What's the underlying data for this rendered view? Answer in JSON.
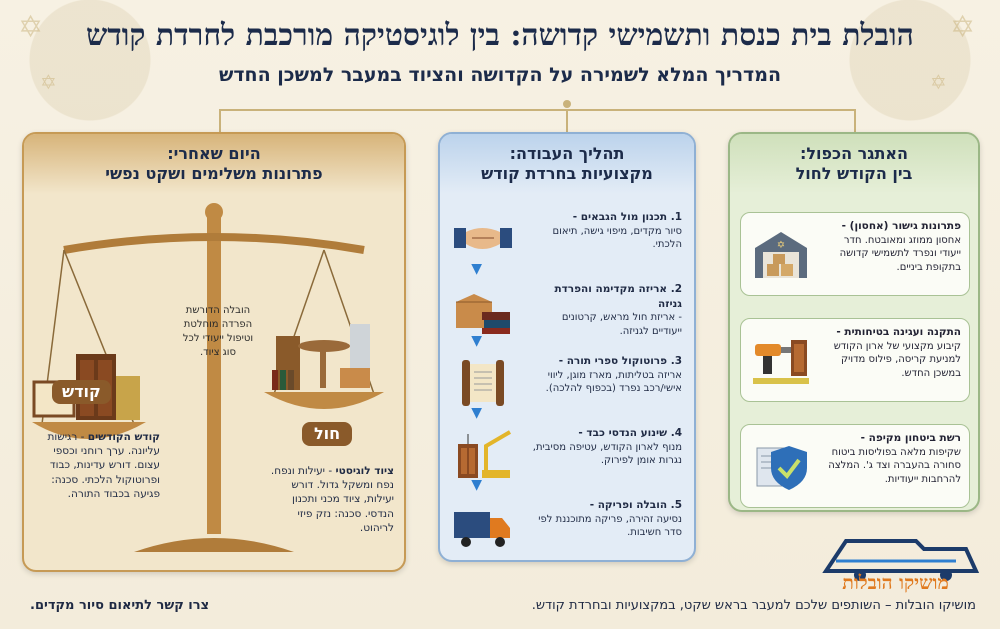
{
  "header": {
    "title": "הובלת בית כנסת ותשמישי קדושה: בין לוגיסטיקה מורכבת לחרדת קודש",
    "subtitle": "המדריך המלא לשמירה על הקדושה והציוד במעבר למשכן החדש"
  },
  "green_panel": {
    "title_line1": "האתגר הכפול:",
    "title_line2": "בין הקודש לחול",
    "cards": [
      {
        "title": "פתרונות גישור (אחסון) -",
        "body": "אחסון ממוזג ומאובטח. חדר ייעודי ונפרד לתשמישי קדושה בתקופת ביניים."
      },
      {
        "title": "התקנה ועגינה בטיחותית -",
        "body": "קיבוע מקצועי של ארון הקודש למניעת קריסה, פילוס מדויק במשכן החדש."
      },
      {
        "title": "רשת ביטחון מקיפה -",
        "body": "שקיפות מלאה בפוליסות ביטוח סחורה בהעברה וצד ג'. המלצה להרחבות ייעודיות."
      }
    ]
  },
  "blue_panel": {
    "title_line1": "תהליך העבודה:",
    "title_line2": "מקצועיות בחרדת קודש",
    "steps": [
      {
        "title": "1. תכנון מול הגבאים -",
        "body": "סיור מקדים, מיפוי גישה, תיאום הלכתי."
      },
      {
        "title": "2. אריזה מקדימה והפרדת גניזה",
        "body": "- אריזת חול מראש, קרטונים ייעודיים לגניזה."
      },
      {
        "title": "3. פרוטוקול ספרי תורה -",
        "body": "אריזה בטליתות, מארז מוגן, ליווי אישי/רכב נפרד (בכפוף להלכה)."
      },
      {
        "title": "4. שינוע הנדסי כבד -",
        "body": "מנוף לארון הקודש, עטיפה מסיבית, נגרות אומן לפירוק."
      },
      {
        "title": "5. הובלה ופריקה -",
        "body": "נסיעה זהירה, פריקה מתוכננת לפי סדר חשיבות."
      }
    ]
  },
  "gold_panel": {
    "title_line1": "היום שאחרי:",
    "title_line2": "פתרונות משלימים ושקט נפשי",
    "center_note": "הובלה הדורשת הפרדה מוחלטת וטיפול ייעודי לכל סוג ציוד.",
    "label_kodesh": "קודש",
    "label_chol": "חול",
    "kodesh_title": "קודש הקודשים",
    "kodesh_body": "- רגישות עליונה. ערך רוחני וכספי עצום. דורש עדינות, כבוד ופרוטוקול הלכתי. סכנה: פגיעה בכבוד התורה.",
    "chol_title": "ציוד לוגיסטי",
    "chol_body": "- יעילות ונפח. נפח ומשקל גדול. דורש יעילות, ציוד מכני ותכנון הנדסי. סכנה: נזק פיזי לריהוט."
  },
  "footer": {
    "right_text": "מושיקו הובלות – השותפים שלכם למעבר בראש שקט, במקצועיות ובחרדת קודש.",
    "left_text": "צרו קשר לתיאום סיור מקדים.",
    "logo_text": "מושיקו הובלות"
  },
  "colors": {
    "navy": "#1c2b4a",
    "gold": "#c69a55",
    "blue": "#8fb0d4",
    "green": "#9bb786",
    "orange": "#e07a1f"
  }
}
